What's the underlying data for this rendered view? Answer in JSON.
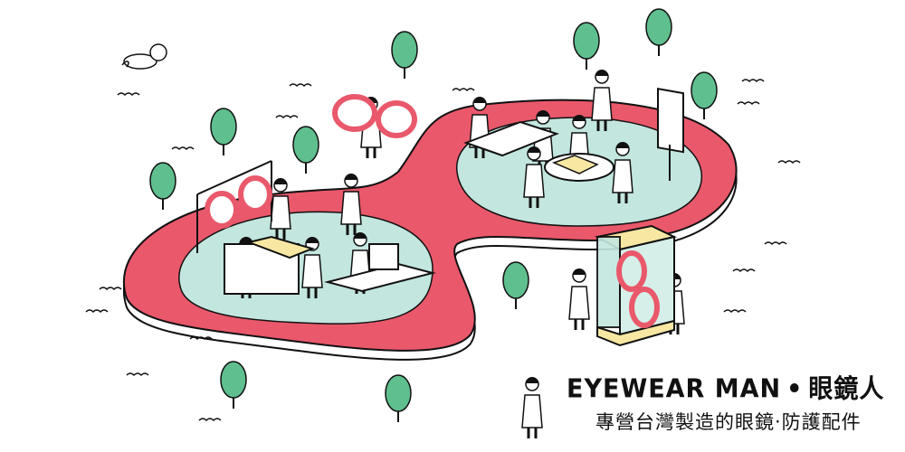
{
  "brand": {
    "name_en": "EYEWEAR MAN",
    "separator": "•",
    "name_zh": "眼鏡人"
  },
  "tagline": "專營台灣製造的眼鏡‧防護配件",
  "colors": {
    "platform": "#e9586b",
    "floor": "#c3e6df",
    "tree": "#5fbf8e",
    "glass_frame": "#e9586b",
    "case": "#f7e7a2"
  }
}
